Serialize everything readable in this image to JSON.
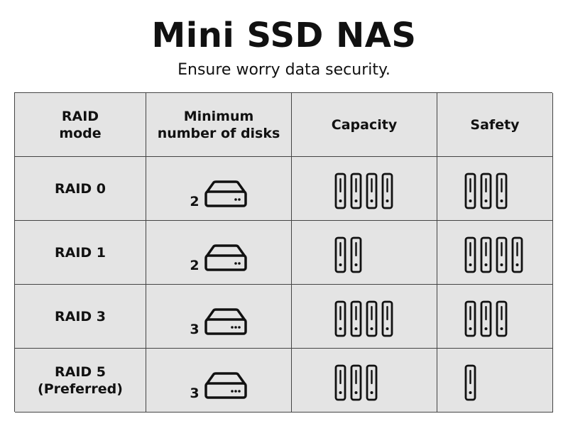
{
  "title": "Mini SSD NAS",
  "subtitle": "Ensure worry data security.",
  "table": {
    "headers": [
      "RAID\nmode",
      "Minimum\nnumber of disks",
      "Capacity",
      "Safety"
    ],
    "rows": [
      {
        "mode": "RAID 0",
        "disks": "2",
        "drive_leds": 2,
        "capacity_level": 4,
        "safety_level": 3
      },
      {
        "mode": "RAID 1",
        "disks": "2",
        "drive_leds": 2,
        "capacity_level": 2,
        "safety_level": 4
      },
      {
        "mode": "RAID 3",
        "disks": "3",
        "drive_leds": 3,
        "capacity_level": 4,
        "safety_level": 3
      },
      {
        "mode": "RAID 5\n(Preferred)",
        "disks": "3",
        "drive_leds": 3,
        "capacity_level": 3,
        "safety_level": 1
      }
    ]
  },
  "icons": {
    "nas": "nas-drive-icon",
    "ssd": "ssd-stick-icon"
  }
}
